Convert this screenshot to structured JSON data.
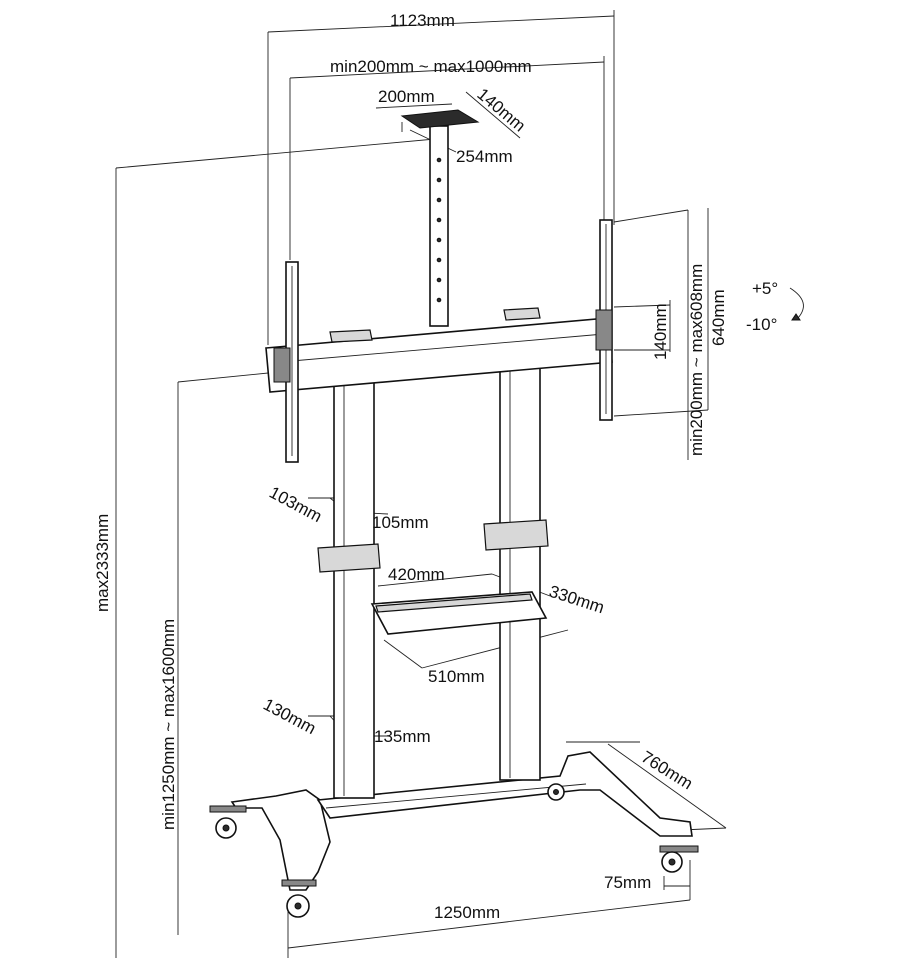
{
  "labels": {
    "overall_width": "1123mm",
    "vesa_range": "min200mm ~ max1000mm",
    "top_tray_w": "200mm",
    "top_tray_d": "140mm",
    "top_tray_h": "254mm",
    "overall_height": "max2333mm",
    "mount_height": "min1250mm ~ max1600mm",
    "bracket_h": "140mm",
    "vesa_v_range": "min200mm ~ max608mm",
    "mount_total_h": "640mm",
    "tilt_up": "+5°",
    "tilt_down": "-10°",
    "col_upper_d": "103mm",
    "col_upper_w": "105mm",
    "shelf_w": "420mm",
    "shelf_d": "330mm",
    "shelf_wide": "510mm",
    "col_lower_d": "130mm",
    "col_lower_w": "135mm",
    "base_depth": "760mm",
    "base_width": "1250mm",
    "caster_offset": "75mm"
  },
  "colors": {
    "line": "#111111",
    "background": "#ffffff"
  }
}
